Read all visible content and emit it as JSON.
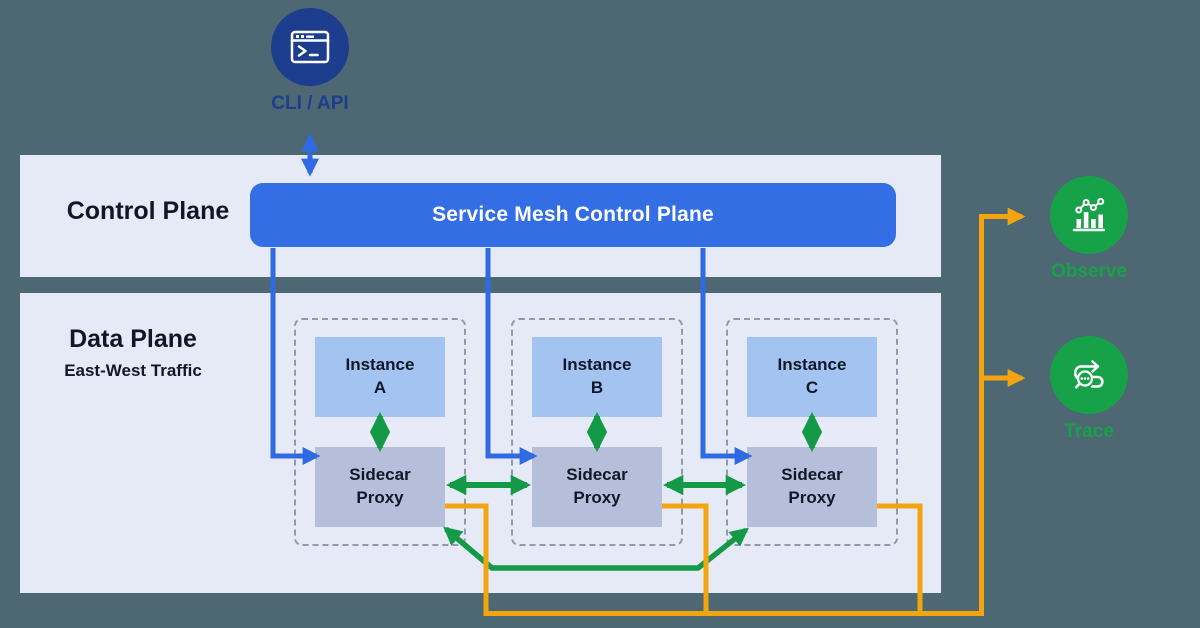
{
  "colors": {
    "bg": "#4d6872",
    "band": "#e6eaf6",
    "primary_blue": "#336ee4",
    "arrow_blue": "#2f6ae3",
    "navy": "#1d3d8f",
    "green": "#149a46",
    "icon_green": "#17a24a",
    "orange": "#f2a50e",
    "instance_fill": "#a3c4f0",
    "proxy_fill": "#b6bfda",
    "dashed_border": "#8e99ad",
    "text_dark": "#101828"
  },
  "cli": {
    "label": "CLI / API"
  },
  "control_plane": {
    "label": "Control Plane",
    "box_label": "Service Mesh Control Plane"
  },
  "data_plane": {
    "label": "Data Plane",
    "sublabel": "East-West Traffic"
  },
  "groups": [
    {
      "instance": {
        "line1": "Instance",
        "line2": "A"
      },
      "proxy": {
        "line1": "Sidecar",
        "line2": "Proxy"
      }
    },
    {
      "instance": {
        "line1": "Instance",
        "line2": "B"
      },
      "proxy": {
        "line1": "Sidecar",
        "line2": "Proxy"
      }
    },
    {
      "instance": {
        "line1": "Instance",
        "line2": "C"
      },
      "proxy": {
        "line1": "Sidecar",
        "line2": "Proxy"
      }
    }
  ],
  "observability": {
    "observe_label": "Observe",
    "trace_label": "Trace"
  }
}
